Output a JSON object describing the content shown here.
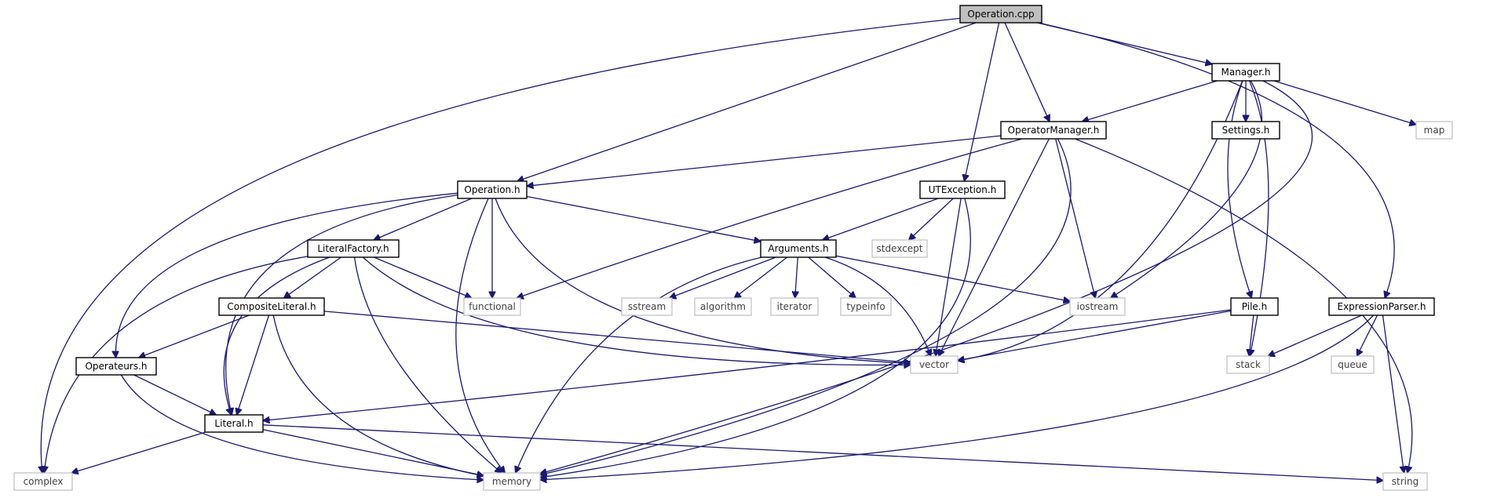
{
  "graph": {
    "edge_color": "#191970",
    "root_fill": "#bfbfbf",
    "system_border": "#bfbfbf",
    "nodes": [
      {
        "id": "operation_cpp",
        "label": "Operation.cpp",
        "kind": "root"
      },
      {
        "id": "manager_h",
        "label": "Manager.h",
        "kind": "project"
      },
      {
        "id": "operatormanager_h",
        "label": "OperatorManager.h",
        "kind": "project"
      },
      {
        "id": "settings_h",
        "label": "Settings.h",
        "kind": "project"
      },
      {
        "id": "map",
        "label": "map",
        "kind": "system"
      },
      {
        "id": "operation_h",
        "label": "Operation.h",
        "kind": "project"
      },
      {
        "id": "utexception_h",
        "label": "UTException.h",
        "kind": "project"
      },
      {
        "id": "literalfactory_h",
        "label": "LiteralFactory.h",
        "kind": "project"
      },
      {
        "id": "arguments_h",
        "label": "Arguments.h",
        "kind": "project"
      },
      {
        "id": "stdexcept",
        "label": "stdexcept",
        "kind": "system"
      },
      {
        "id": "compositeliteral_h",
        "label": "CompositeLiteral.h",
        "kind": "project"
      },
      {
        "id": "functional",
        "label": "functional",
        "kind": "system"
      },
      {
        "id": "sstream",
        "label": "sstream",
        "kind": "system"
      },
      {
        "id": "algorithm",
        "label": "algorithm",
        "kind": "system"
      },
      {
        "id": "iterator",
        "label": "iterator",
        "kind": "system"
      },
      {
        "id": "typeinfo",
        "label": "typeinfo",
        "kind": "system"
      },
      {
        "id": "iostream",
        "label": "iostream",
        "kind": "system"
      },
      {
        "id": "pile_h",
        "label": "Pile.h",
        "kind": "project"
      },
      {
        "id": "expressionparser_h",
        "label": "ExpressionParser.h",
        "kind": "project"
      },
      {
        "id": "operateurs_h",
        "label": "Operateurs.h",
        "kind": "project"
      },
      {
        "id": "vector",
        "label": "vector",
        "kind": "system"
      },
      {
        "id": "stack",
        "label": "stack",
        "kind": "system"
      },
      {
        "id": "queue",
        "label": "queue",
        "kind": "system"
      },
      {
        "id": "literal_h",
        "label": "Literal.h",
        "kind": "project"
      },
      {
        "id": "complex",
        "label": "complex",
        "kind": "system"
      },
      {
        "id": "memory",
        "label": "memory",
        "kind": "system"
      },
      {
        "id": "string",
        "label": "string",
        "kind": "system"
      }
    ],
    "edges": [
      {
        "from": "operation_cpp",
        "to": "complex"
      },
      {
        "from": "operation_cpp",
        "to": "operation_h"
      },
      {
        "from": "operation_cpp",
        "to": "utexception_h"
      },
      {
        "from": "operation_cpp",
        "to": "operatormanager_h"
      },
      {
        "from": "operation_cpp",
        "to": "manager_h"
      },
      {
        "from": "operation_cpp",
        "to": "expressionparser_h"
      },
      {
        "from": "manager_h",
        "to": "operatormanager_h"
      },
      {
        "from": "manager_h",
        "to": "settings_h"
      },
      {
        "from": "manager_h",
        "to": "map"
      },
      {
        "from": "manager_h",
        "to": "pile_h"
      },
      {
        "from": "manager_h",
        "to": "iostream"
      },
      {
        "from": "manager_h",
        "to": "vector"
      },
      {
        "from": "manager_h",
        "to": "stack"
      },
      {
        "from": "manager_h",
        "to": "memory"
      },
      {
        "from": "operatormanager_h",
        "to": "operation_h"
      },
      {
        "from": "operatormanager_h",
        "to": "functional"
      },
      {
        "from": "operatormanager_h",
        "to": "vector"
      },
      {
        "from": "operatormanager_h",
        "to": "iostream"
      },
      {
        "from": "operatormanager_h",
        "to": "memory"
      },
      {
        "from": "operatormanager_h",
        "to": "string"
      },
      {
        "from": "operation_h",
        "to": "literalfactory_h"
      },
      {
        "from": "operation_h",
        "to": "arguments_h"
      },
      {
        "from": "operation_h",
        "to": "functional"
      },
      {
        "from": "operation_h",
        "to": "operateurs_h"
      },
      {
        "from": "operation_h",
        "to": "literal_h"
      },
      {
        "from": "operation_h",
        "to": "memory"
      },
      {
        "from": "operation_h",
        "to": "vector"
      },
      {
        "from": "utexception_h",
        "to": "arguments_h"
      },
      {
        "from": "utexception_h",
        "to": "stdexcept"
      },
      {
        "from": "utexception_h",
        "to": "vector"
      },
      {
        "from": "utexception_h",
        "to": "memory"
      },
      {
        "from": "literalfactory_h",
        "to": "compositeliteral_h"
      },
      {
        "from": "literalfactory_h",
        "to": "functional"
      },
      {
        "from": "literalfactory_h",
        "to": "complex"
      },
      {
        "from": "literalfactory_h",
        "to": "literal_h"
      },
      {
        "from": "literalfactory_h",
        "to": "memory"
      },
      {
        "from": "literalfactory_h",
        "to": "vector"
      },
      {
        "from": "arguments_h",
        "to": "sstream"
      },
      {
        "from": "arguments_h",
        "to": "algorithm"
      },
      {
        "from": "arguments_h",
        "to": "iterator"
      },
      {
        "from": "arguments_h",
        "to": "typeinfo"
      },
      {
        "from": "arguments_h",
        "to": "iostream"
      },
      {
        "from": "arguments_h",
        "to": "vector"
      },
      {
        "from": "arguments_h",
        "to": "memory"
      },
      {
        "from": "compositeliteral_h",
        "to": "operateurs_h"
      },
      {
        "from": "compositeliteral_h",
        "to": "literal_h"
      },
      {
        "from": "compositeliteral_h",
        "to": "vector"
      },
      {
        "from": "compositeliteral_h",
        "to": "memory"
      },
      {
        "from": "operateurs_h",
        "to": "literal_h"
      },
      {
        "from": "operateurs_h",
        "to": "memory"
      },
      {
        "from": "pile_h",
        "to": "vector"
      },
      {
        "from": "pile_h",
        "to": "stack"
      },
      {
        "from": "pile_h",
        "to": "literal_h"
      },
      {
        "from": "expressionparser_h",
        "to": "stack"
      },
      {
        "from": "expressionparser_h",
        "to": "queue"
      },
      {
        "from": "expressionparser_h",
        "to": "string"
      },
      {
        "from": "expressionparser_h",
        "to": "memory"
      },
      {
        "from": "literal_h",
        "to": "complex"
      },
      {
        "from": "literal_h",
        "to": "memory"
      },
      {
        "from": "literal_h",
        "to": "string"
      }
    ]
  }
}
